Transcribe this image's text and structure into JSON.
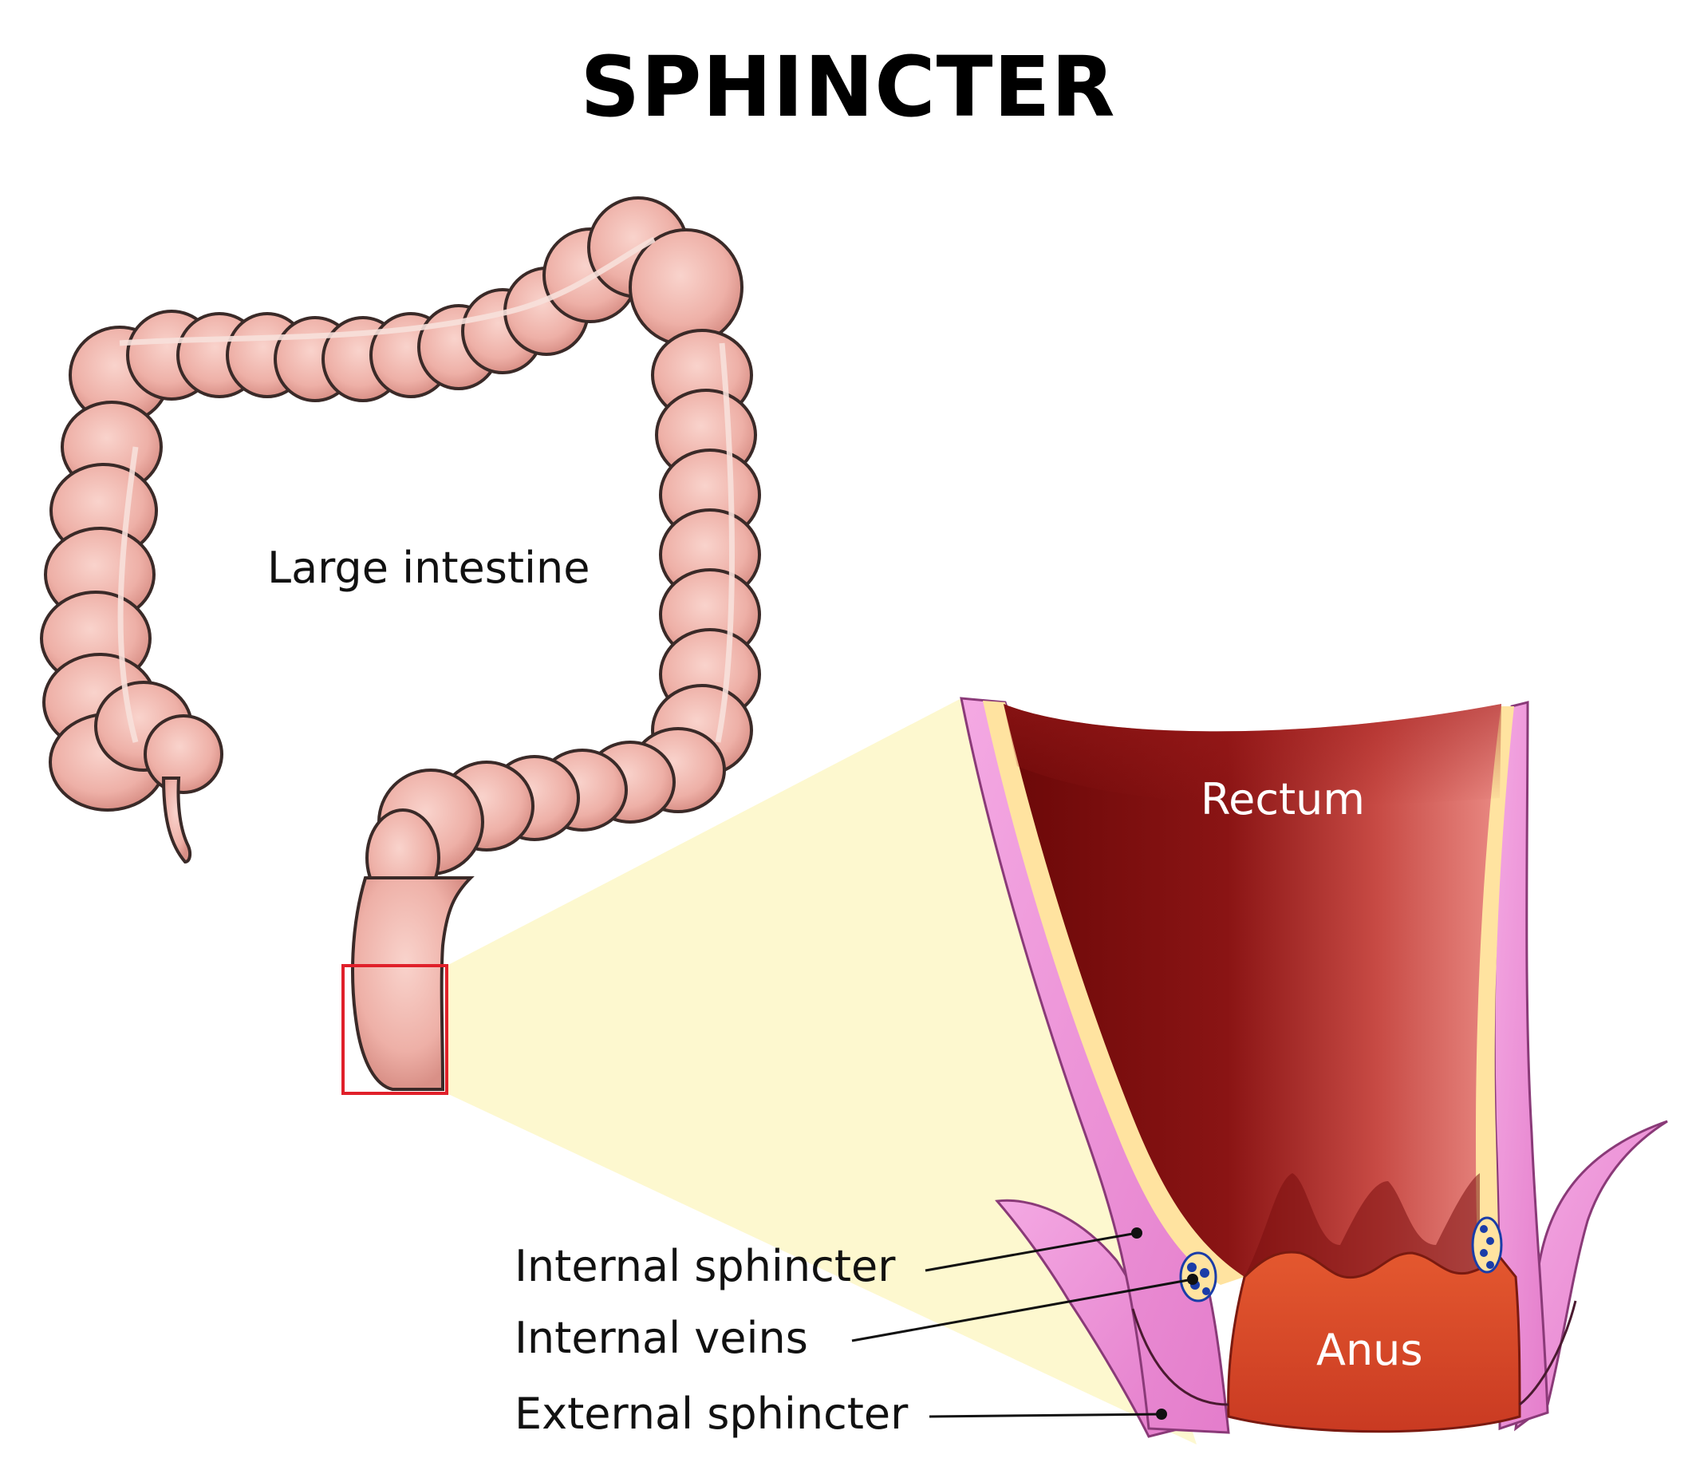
{
  "title": "SPHINCTER",
  "labels": {
    "large_intestine": "Large intestine",
    "rectum": "Rectum",
    "anus": "Anus",
    "internal_sphincter": "Internal sphincter",
    "internal_veins": "Internal veins",
    "external_sphincter": "External sphincter"
  },
  "colors": {
    "intestine": "#f2b8b0",
    "intestine_outline": "#3a2a28",
    "rectum_dark": "#6b0a0a",
    "rectum_light": "#e8807a",
    "anus": "#e0502e",
    "muscle_pink": "#ec8fd6",
    "fat_yellow": "#ffe3a0",
    "zoom_box": "#e0202a",
    "zoom_cone": "#fdf8cf",
    "vein_blue": "#1a3ca8"
  }
}
